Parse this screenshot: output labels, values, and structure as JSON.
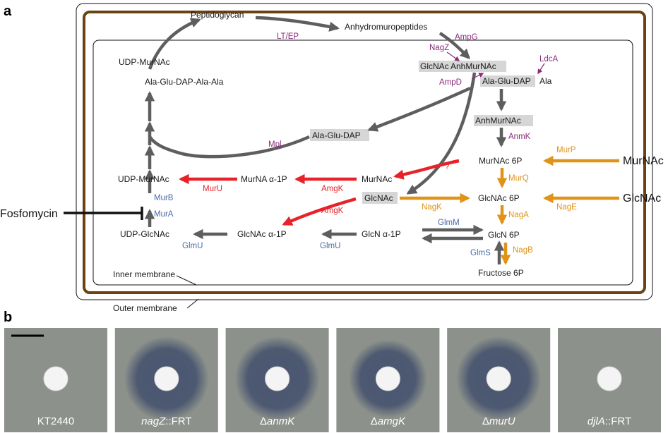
{
  "panel_a": {
    "label": "a",
    "membranes": {
      "inner": "Inner membrane",
      "outer": "Outer membrane"
    },
    "metabolites": {
      "peptidoglycan": "Peptidoglycan",
      "anhydromuropeptides": "Anhydromuropeptides",
      "udp_murnac_top": "UDP-MurNAc",
      "pentapeptide": "Ala-Glu-DAP-Ala-Ala",
      "glcnac_part": "GlcNAc",
      "anhmurnac_part": "AnhMurNAc",
      "tripeptide_part": "Ala-Glu-DAP",
      "ala_part": "Ala",
      "ala_glu_dap": "Ala-Glu-DAP",
      "anhmurnac": "AnhMurNAc",
      "murnac_6p": "MurNAc 6P",
      "glcnac_6p": "GlcNAc 6P",
      "glcn_6p": "GlcN 6P",
      "fructose_6p": "Fructose 6P",
      "udp_murnac": "UDP-MurNAc",
      "murna_1p": "MurNA  α-1P",
      "murnac": "MurNAc",
      "glcnac": "GlcNAc",
      "udp_glcnac": "UDP-GlcNAc",
      "glcnac_1p": "GlcNAc  α-1P",
      "glcn_1p": "GlcN α-1P",
      "ext_murnac": "MurNAc",
      "ext_glcnac": "GlcNAc",
      "fosfomycin": "Fosfomycin"
    },
    "enzymes": {
      "lt_ep": "LT/EP",
      "ampg": "AmpG",
      "nagz": "NagZ",
      "ldca": "LdcA",
      "ampd": "AmpD",
      "mpl": "Mpl",
      "anmk": "AnmK",
      "murp": "MurP",
      "murq": "MurQ",
      "question": "?",
      "muru": "MurU",
      "amgk1": "AmgK",
      "amgk2": "AmgK",
      "nagk": "NagK",
      "nage": "NagE",
      "naga": "NagA",
      "glmm": "GlmM",
      "glmu1": "GlmU",
      "glmu2": "GlmU",
      "glms": "GlmS",
      "nagb": "NagB",
      "murb": "MurB",
      "mura": "MurA"
    },
    "colors": {
      "enzyme_purple": "#8b2a7a",
      "enzyme_blue": "#4a6aa8",
      "enzyme_red": "#e8222a",
      "enzyme_orange": "#e09318",
      "arrow_gray": "#5e5e5e",
      "outer_membrane": "#6b4210",
      "highlight": "#d6d6d6"
    }
  },
  "panel_b": {
    "label": "b",
    "strains": [
      {
        "pre": "KT2440",
        "it": "",
        "post": "",
        "halo": 0.0
      },
      {
        "pre": "",
        "it": "nagZ",
        "post": "::FRT",
        "halo": 1.0
      },
      {
        "pre": "Δ",
        "it": "anmK",
        "post": "",
        "halo": 1.0
      },
      {
        "pre": "Δ",
        "it": "amgK",
        "post": "",
        "halo": 0.85
      },
      {
        "pre": "Δ",
        "it": "murU",
        "post": "",
        "halo": 1.0
      },
      {
        "pre": "",
        "it": "djlA",
        "post": "::FRT",
        "halo": 0.0
      }
    ],
    "colors": {
      "agar": "#8c918b",
      "halo": "#4a5670",
      "disc": "#f4f4f4"
    }
  }
}
